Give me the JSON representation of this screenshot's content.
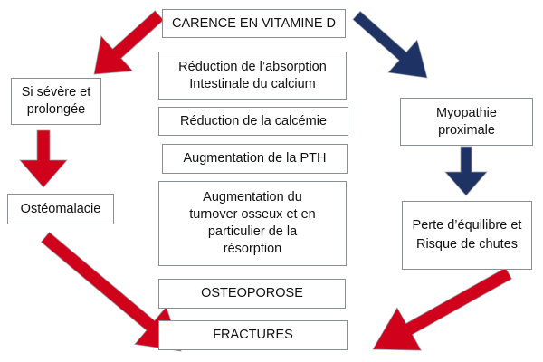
{
  "title": "CARENCE EN VITAMINE D",
  "center_steps": [
    "Réduction de l’absorption Intestinale du calcium",
    "Réduction de la calcémie",
    "Augmentation de la PTH",
    "Augmentation du turnover osseux et en particulier de la résorption",
    "OSTEOPOROSE",
    "FRACTURES"
  ],
  "left_branch": [
    "Si sévère et prolongée",
    "Ostéomalacie"
  ],
  "right_branch": [
    "Myopathie proximale",
    "Perte d’équilibre et Risque de chutes"
  ],
  "colors": {
    "red_arrow": "#d0021b",
    "blue_arrow": "#1f3264",
    "box_border": "#8a8f96"
  }
}
